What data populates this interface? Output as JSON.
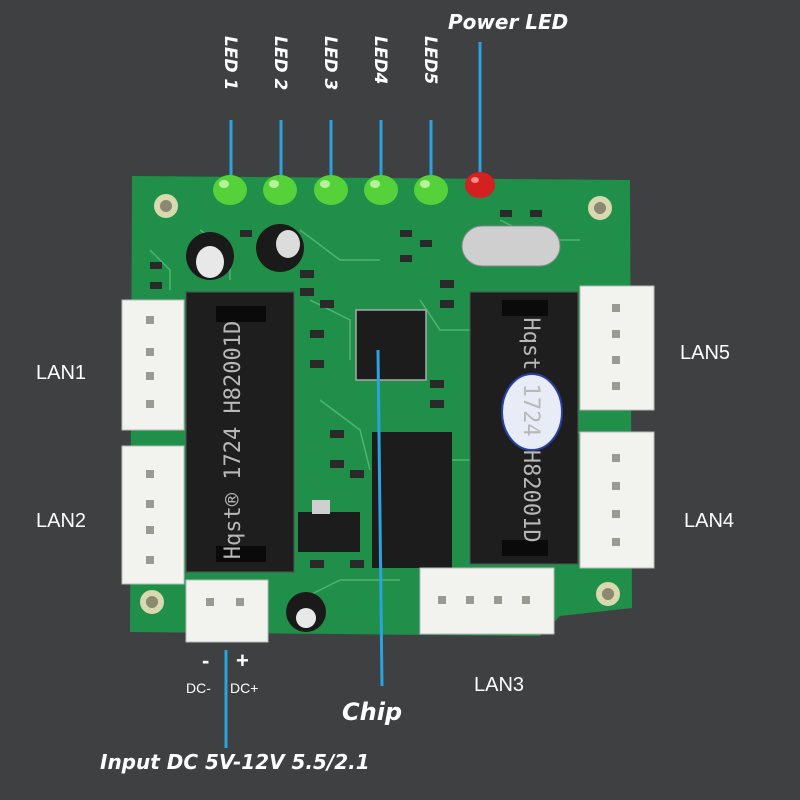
{
  "labels": {
    "power_led": "Power LED",
    "leds": [
      "LED 1",
      "LED 2",
      "LED 3",
      "LED4",
      "LED5"
    ],
    "lan1": "LAN1",
    "lan2": "LAN2",
    "lan3": "LAN3",
    "lan4": "LAN4",
    "lan5": "LAN5",
    "minus": "-",
    "plus": "+",
    "dc_minus": "DC-",
    "dc_plus": "DC+",
    "chip": "Chip",
    "input": "Input DC 5V-12V 5.5/2.1"
  },
  "colors": {
    "background": "#3f4041",
    "pcb": "#1f8f4a",
    "pointer_line": "#2aa3e0",
    "led_green": "#55d23a",
    "led_red": "#d42020"
  },
  "board_markings": {
    "transformer_left": "Hqst® 1724 H82001D",
    "transformer_right": "Hqst 1724 H82001D"
  }
}
